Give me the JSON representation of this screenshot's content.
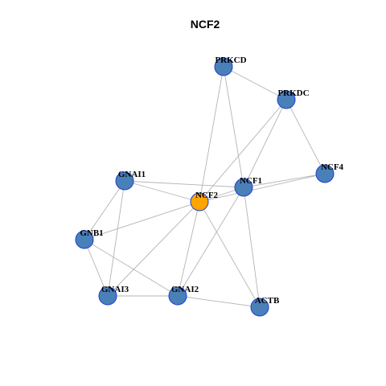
{
  "title": "NCF2",
  "colors": {
    "node_fill": "#4a80b8",
    "node_stroke": "#1f3fcf",
    "center_fill": "#ffa500",
    "edge": "#b4b4b4"
  },
  "nodes": [
    {
      "id": "PRKCD",
      "label": "PRKCD",
      "center": false
    },
    {
      "id": "PRKDC",
      "label": "PRKDC",
      "center": false
    },
    {
      "id": "NCF4",
      "label": "NCF4",
      "center": false
    },
    {
      "id": "GNAI1",
      "label": "GNAI1",
      "center": false
    },
    {
      "id": "NCF1",
      "label": "NCF1",
      "center": false
    },
    {
      "id": "NCF2",
      "label": "NCF2",
      "center": true
    },
    {
      "id": "GNB1",
      "label": "GNB1",
      "center": false
    },
    {
      "id": "GNAI3",
      "label": "GNAI3",
      "center": false
    },
    {
      "id": "GNAI2",
      "label": "GNAI2",
      "center": false
    },
    {
      "id": "ACTB",
      "label": "ACTB",
      "center": false
    }
  ],
  "edges": [
    [
      "PRKCD",
      "PRKDC"
    ],
    [
      "PRKCD",
      "NCF2"
    ],
    [
      "PRKCD",
      "NCF1"
    ],
    [
      "PRKDC",
      "NCF4"
    ],
    [
      "PRKDC",
      "NCF1"
    ],
    [
      "PRKDC",
      "NCF2"
    ],
    [
      "NCF4",
      "NCF1"
    ],
    [
      "NCF4",
      "NCF2"
    ],
    [
      "GNAI1",
      "NCF1"
    ],
    [
      "GNAI1",
      "NCF2"
    ],
    [
      "GNAI1",
      "GNB1"
    ],
    [
      "GNAI1",
      "GNAI3"
    ],
    [
      "NCF1",
      "NCF2"
    ],
    [
      "NCF1",
      "GNAI2"
    ],
    [
      "NCF1",
      "ACTB"
    ],
    [
      "NCF2",
      "GNB1"
    ],
    [
      "NCF2",
      "GNAI3"
    ],
    [
      "NCF2",
      "GNAI2"
    ],
    [
      "NCF2",
      "ACTB"
    ],
    [
      "GNB1",
      "GNAI3"
    ],
    [
      "GNB1",
      "GNAI2"
    ],
    [
      "GNAI3",
      "GNAI2"
    ],
    [
      "GNAI2",
      "ACTB"
    ]
  ]
}
